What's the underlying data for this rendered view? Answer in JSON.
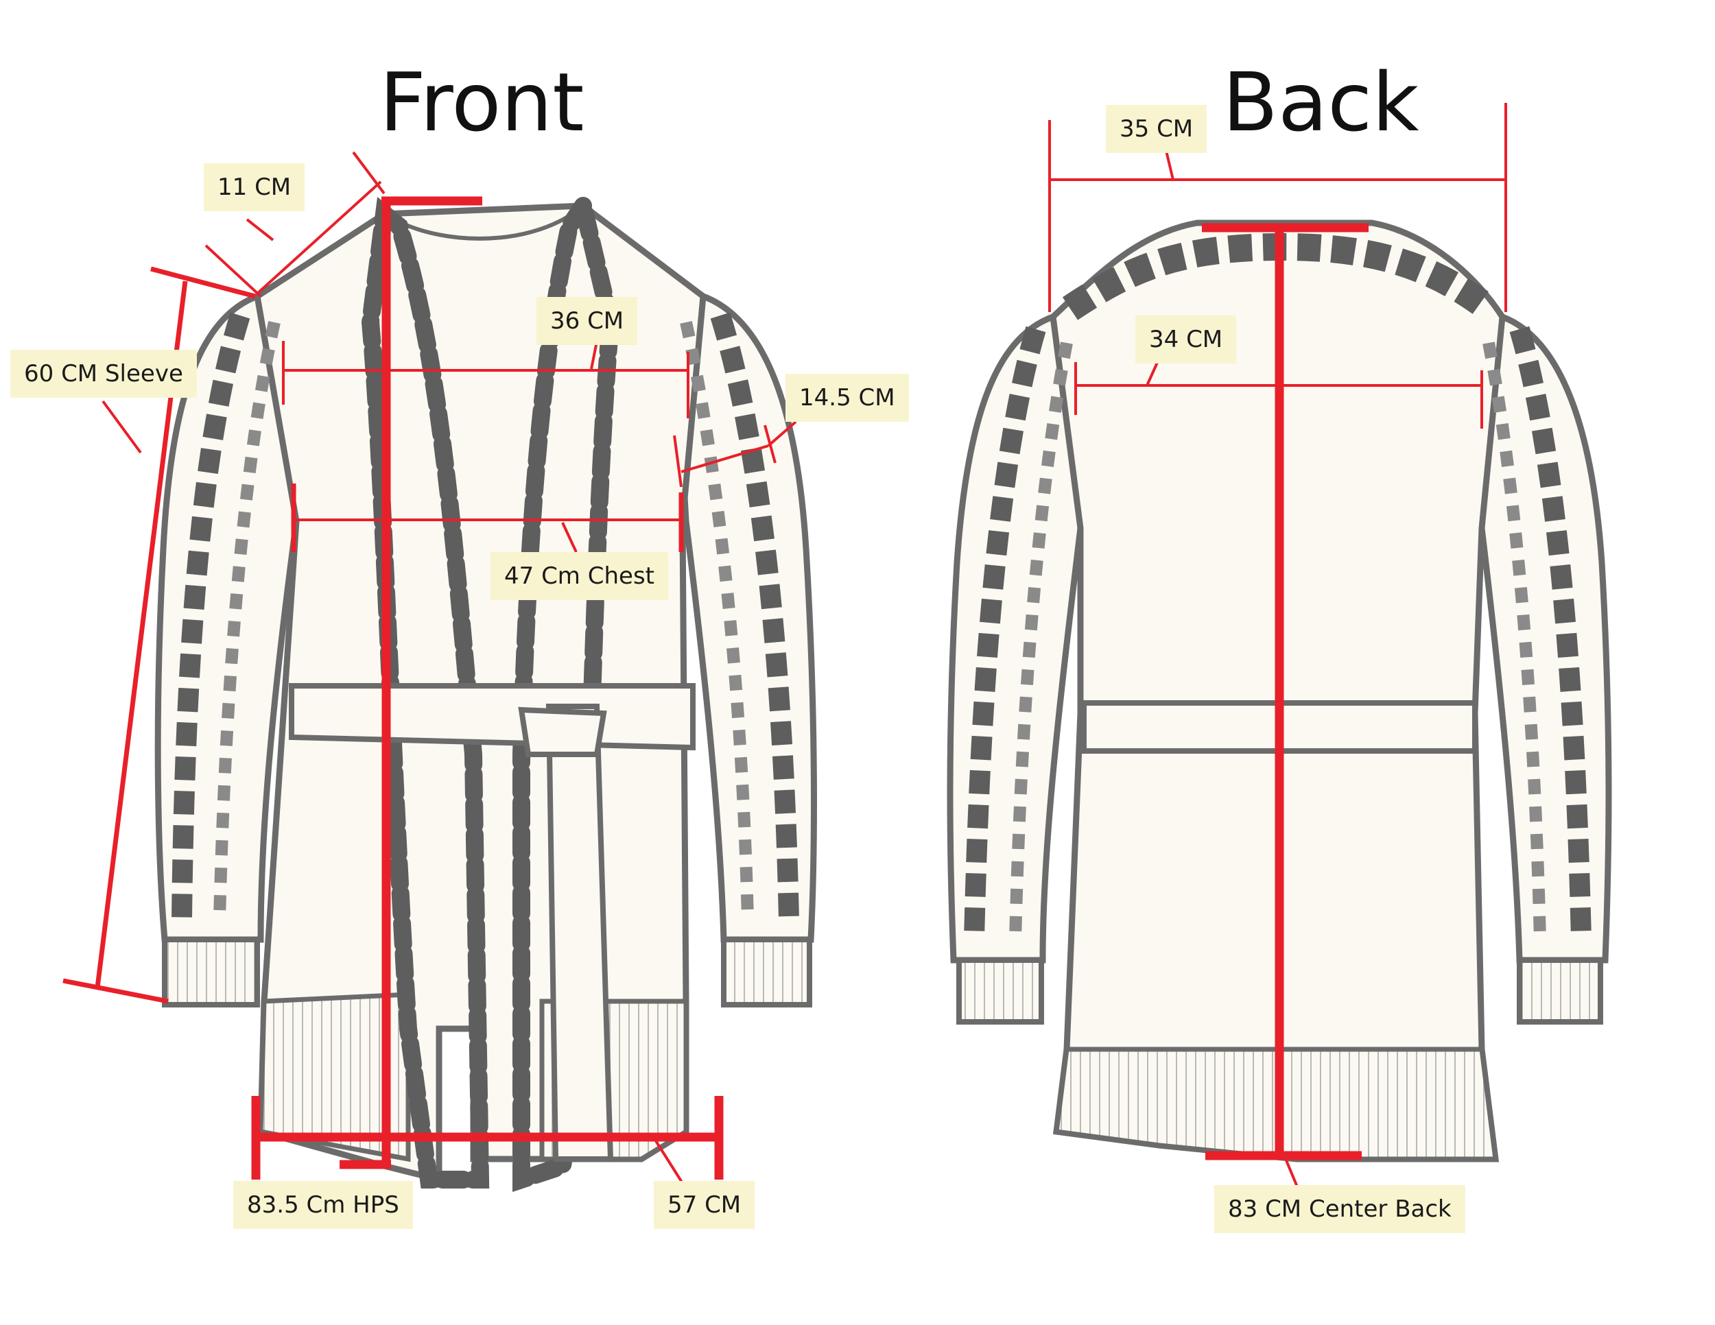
{
  "views": {
    "front": {
      "title": "Front"
    },
    "back": {
      "title": "Back"
    }
  },
  "measurements": {
    "front_shoulder": "11 CM",
    "sleeve": "60 CM Sleeve",
    "front_across": "36 CM",
    "bicep": "14.5 CM",
    "chest": "47 Cm Chest",
    "hps_length": "83.5 Cm HPS",
    "hem": "57 CM",
    "back_shoulder": "35 CM",
    "back_across": "34 CM",
    "center_back": "83 CM Center Back"
  },
  "colors": {
    "measure_line": "#e8202a",
    "outline": "#6b6b6b",
    "fabric": "#fbf9f1",
    "lace": "#5e5e5e",
    "label_bg": "#f8f4cf"
  }
}
